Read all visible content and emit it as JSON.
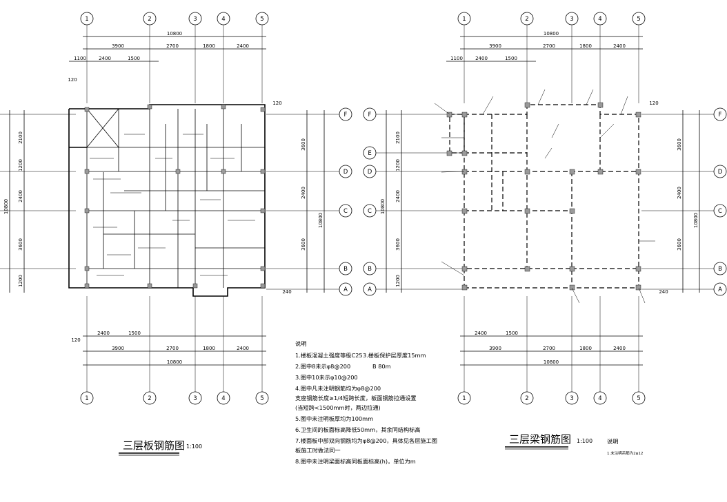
{
  "left_plan": {
    "title": "三层板钢筋图",
    "scale": "1:100",
    "axes_x": [
      "1",
      "2",
      "3",
      "4",
      "5"
    ],
    "axes_y": [
      "F",
      "D",
      "C",
      "B",
      "A"
    ],
    "dims_top": {
      "overall": "10800",
      "spans": [
        "3900",
        "2700",
        "1800",
        "2400"
      ],
      "sub": [
        "1100",
        "2400",
        "1500"
      ]
    },
    "dims_bottom": {
      "overall": "10800",
      "spans": [
        "3900",
        "2700",
        "1800",
        "2400"
      ],
      "sub": [
        "2400",
        "1500"
      ]
    },
    "dims_side": {
      "overall": "10800",
      "spans": [
        "2100",
        "1200",
        "2400",
        "3600",
        "1200"
      ]
    },
    "dims_side_right": {
      "overall": "10800",
      "spans": [
        "3600",
        "2400",
        "3600"
      ]
    },
    "tag_top": "120",
    "tag_right": "120",
    "tag_bottom": "120",
    "tag_a": "240"
  },
  "right_plan": {
    "title": "三层梁钢筋图",
    "scale": "1:100",
    "axes_x": [
      "1",
      "2",
      "3",
      "4",
      "5"
    ],
    "axes_y_left": [
      "F",
      "E",
      "D",
      "C",
      "B",
      "A"
    ],
    "axes_y_right": [
      "F",
      "D",
      "C",
      "B",
      "A"
    ],
    "dims_top": {
      "overall": "10800",
      "spans": [
        "3900",
        "2700",
        "1800",
        "2400"
      ],
      "sub": [
        "1100",
        "2400",
        "1500"
      ]
    },
    "dims_bottom": {
      "overall": "10800",
      "spans": [
        "3900",
        "2700",
        "1800",
        "2400"
      ],
      "sub": [
        "2400",
        "1500"
      ]
    },
    "dims_side": {
      "overall": "10800",
      "spans": [
        "2100",
        "1200",
        "2400",
        "3600",
        "1200"
      ]
    },
    "dims_side_right": {
      "overall": "10800",
      "spans": [
        "3600",
        "2400",
        "3600"
      ]
    },
    "tag_a": "240",
    "tag_right": "120",
    "note_title": "说明",
    "note_1": "1.未注明吊筋为2φ12"
  },
  "notes": {
    "title": "说明",
    "items": [
      "1.楼板混凝土强度等级C25",
      "2.图中8未示φ8@200",
      "3.图中10未示φ10@200",
      "4.图中凡未注明钢筋均为φ8@200",
      "  支座钢筋长度≥1/4短跨长度，板面钢筋拉通设置",
      "  (当短跨<1500mm时，两边拉通)",
      "5.图中未注明板厚均为100mm",
      "6.卫生间的板面标高降低50mm，其余同结构标高",
      "7.楼面板中部双向钢筋均为φ8@200，具体见各层施工图",
      "  板施工时做法同一",
      "8.图中未注明梁面标高同板面标高(h)，单位为m"
    ],
    "item_b": "3.楼板保护层厚度15mm",
    "item_b2": "B 80m"
  }
}
